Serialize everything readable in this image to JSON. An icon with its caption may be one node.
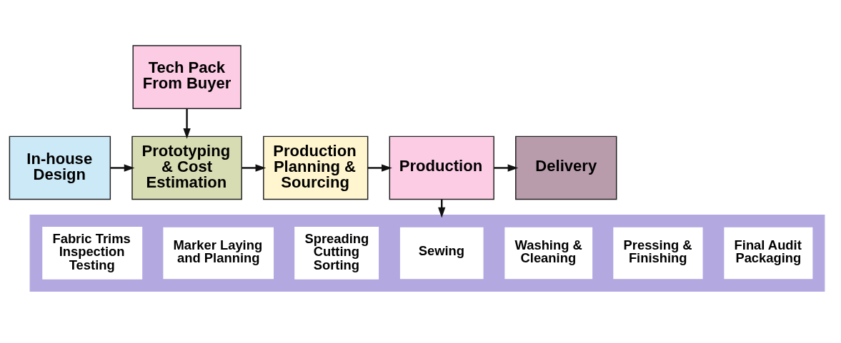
{
  "diagram": {
    "nodes": [
      {
        "text": [
          "Tech Pack From Buyer"
        ]
      },
      {
        "text": [
          "In-house Design"
        ]
      },
      {
        "text": [
          "Prototyping & Cost Estimation"
        ]
      },
      {
        "text": [
          "Production Planning & Sourcing"
        ]
      },
      {
        "text": [
          "Production"
        ]
      },
      {
        "text": [
          "Delivery"
        ]
      },
      {
        "text": [],
        "shape": "bar"
      },
      {
        "text": [
          "Fabric Trims Inspection Testing"
        ],
        "in": 6
      },
      {
        "text": [
          "Marker Laying and Planning"
        ],
        "in": 6
      },
      {
        "text": [
          "Spreading Cutting Sorting"
        ],
        "in": 6
      },
      {
        "text": [
          "Sewing"
        ],
        "in": 6
      },
      {
        "text": [
          "Washing & Cleaning"
        ],
        "in": 6
      },
      {
        "text": [
          "Pressing & Finishing"
        ],
        "in": 6
      },
      {
        "text": [
          "Final Audit Packaging"
        ],
        "in": 6
      }
    ],
    "edges": [
      {
        "from": 0,
        "to": 2,
        "arrow": "to"
      },
      {
        "from": 1,
        "to": 2,
        "arrow": "to"
      },
      {
        "from": 2,
        "to": 3,
        "arrow": "to"
      },
      {
        "from": 3,
        "to": 4,
        "arrow": "to"
      },
      {
        "from": 4,
        "to": 5,
        "arrow": "to"
      },
      {
        "from": 4,
        "to": 6,
        "arrow": "to"
      }
    ]
  }
}
